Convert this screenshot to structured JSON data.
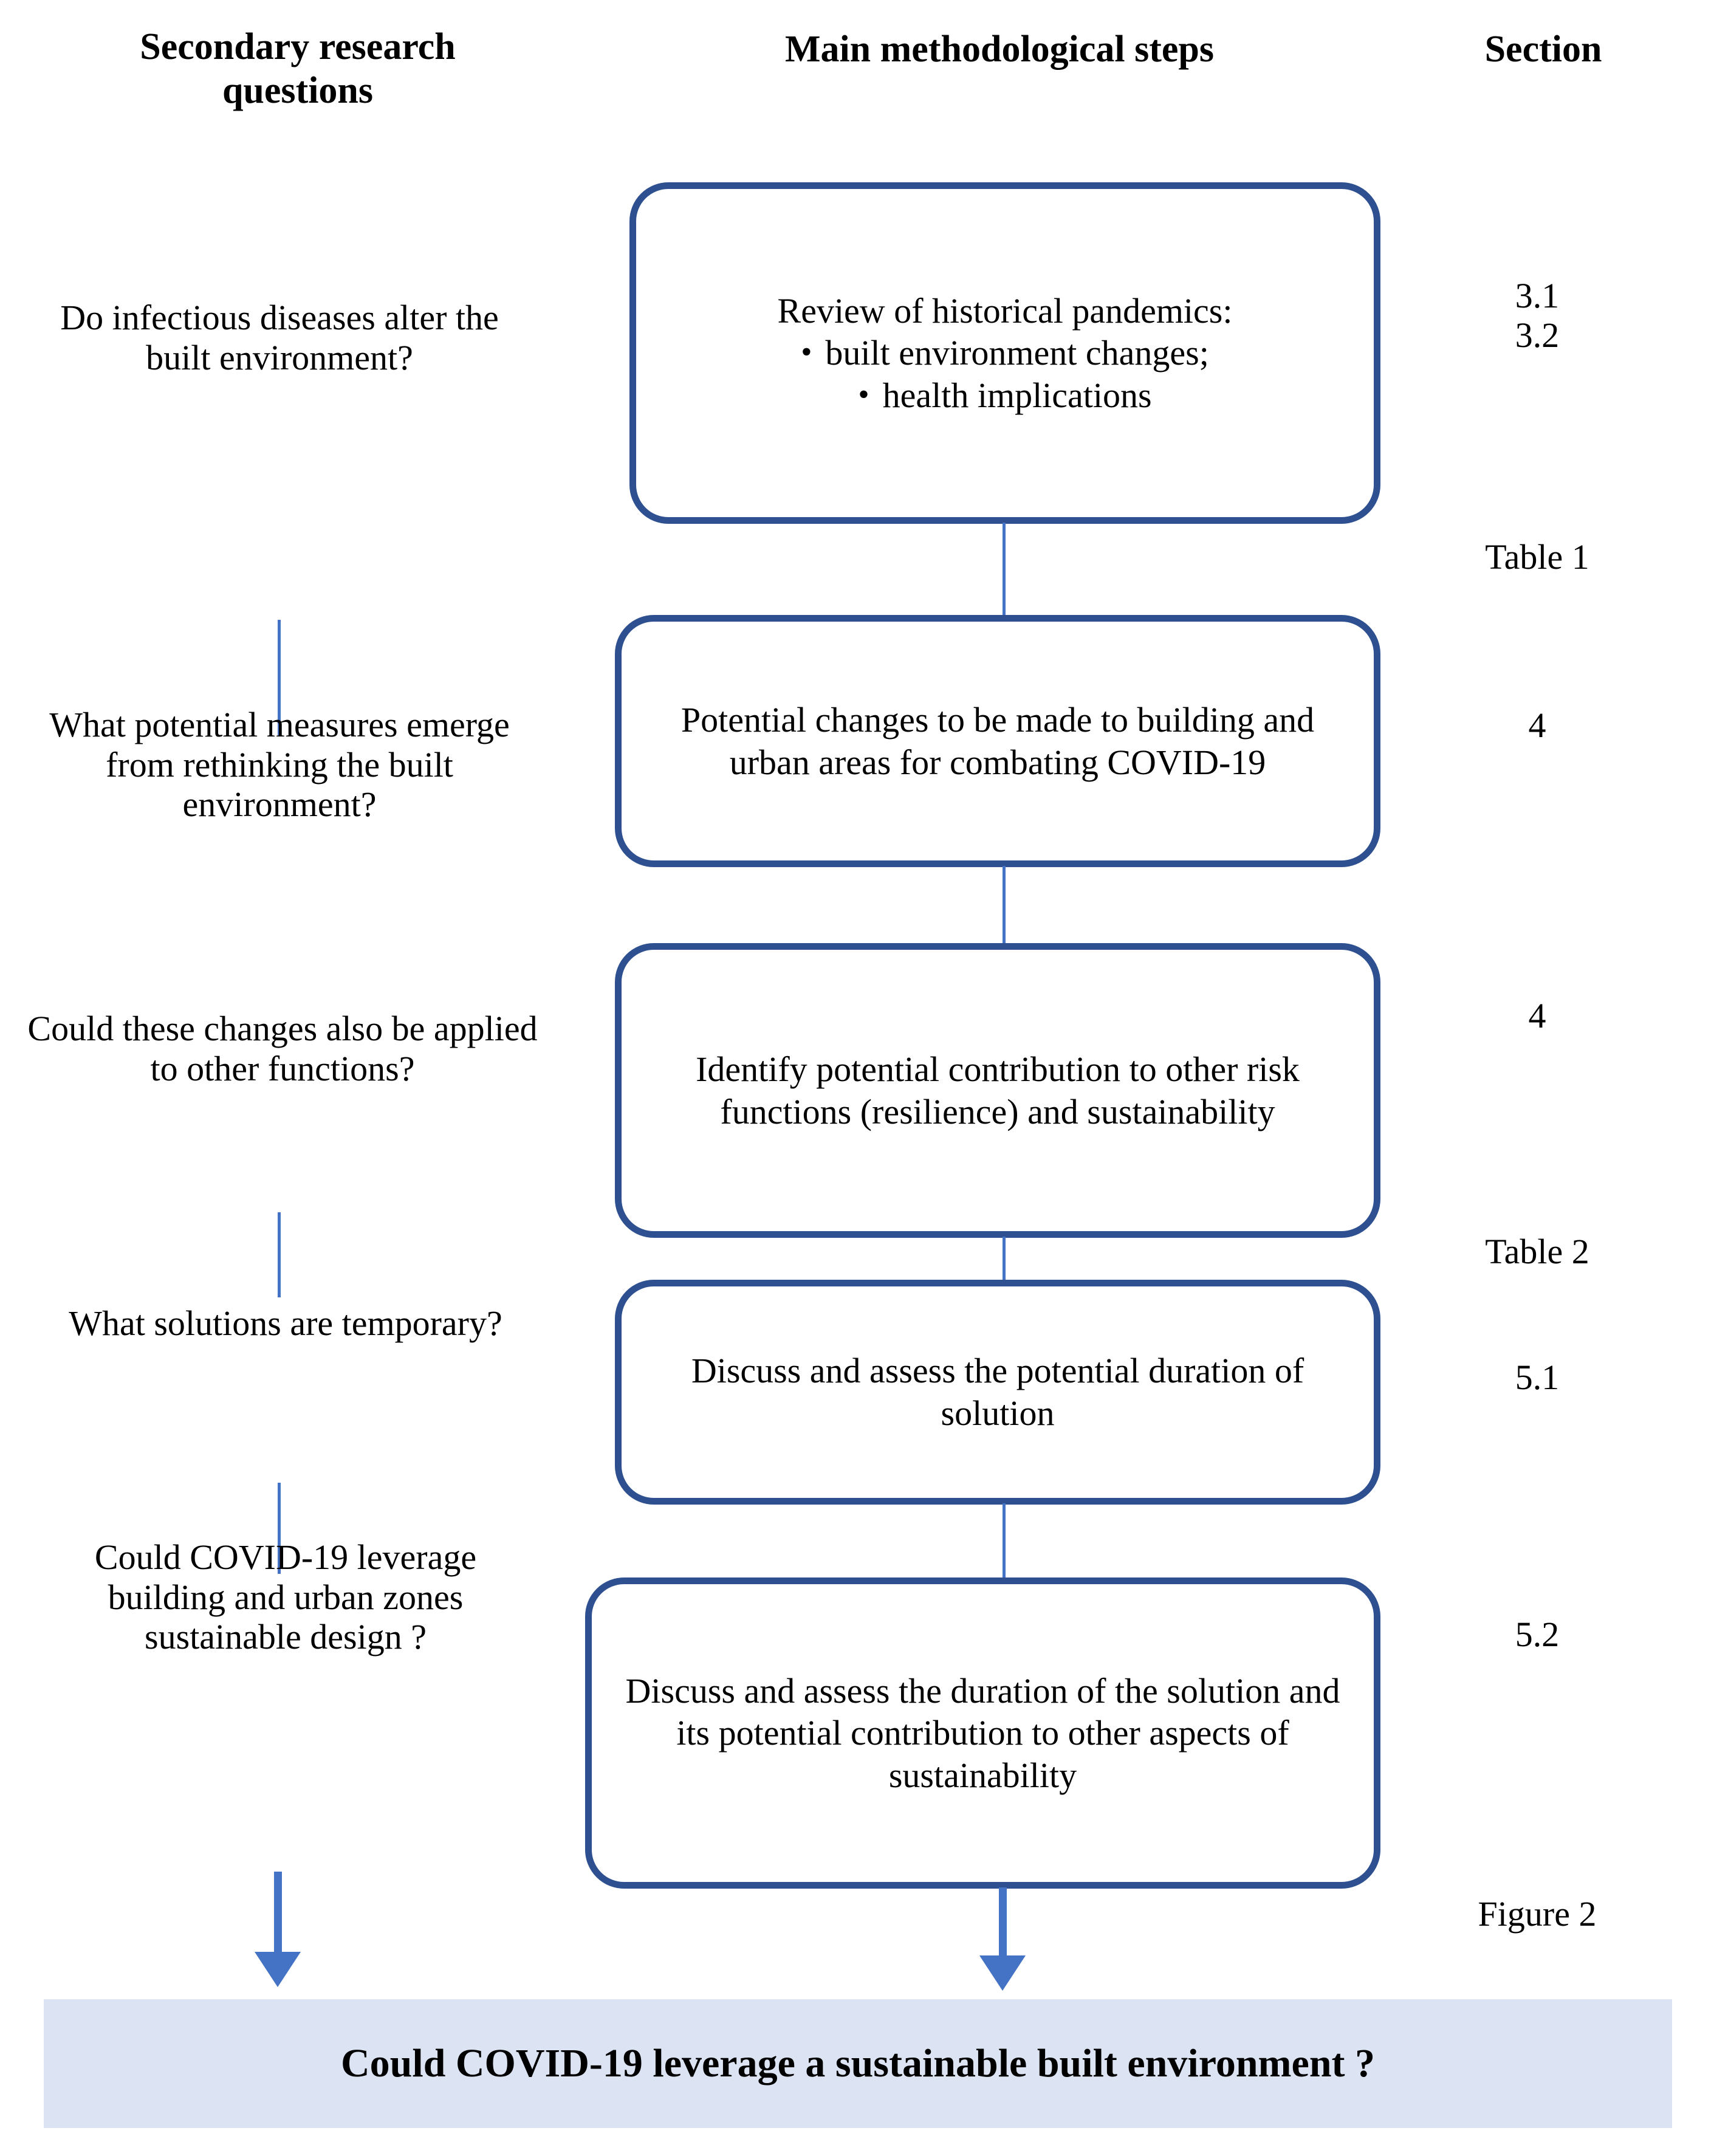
{
  "headers": {
    "left": "Secondary research questions",
    "middle": "Main methodological steps",
    "right": "Section"
  },
  "questions": [
    {
      "text": "Do infectious diseases alter the built environment?"
    },
    {
      "text": "What potential measures emerge from rethinking the built environment?"
    },
    {
      "text": "Could these changes also be applied to other functions?"
    },
    {
      "text": "What solutions are temporary?"
    },
    {
      "text": "Could COVID-19 leverage building and urban zones sustainable design ?"
    }
  ],
  "steps": [
    {
      "title": "Review of historical pandemics:",
      "bullets": [
        "built environment changes;",
        "health implications"
      ]
    },
    {
      "title": "Potential changes to be made to building and urban areas for combating COVID-19",
      "bullets": []
    },
    {
      "title": "Identify potential contribution to other risk functions (resilience) and sustainability",
      "bullets": []
    },
    {
      "title": "Discuss and assess the potential duration of solution",
      "bullets": []
    },
    {
      "title": "Discuss and assess the duration of  the solution and its potential contribution to other aspects of sustainability",
      "bullets": []
    }
  ],
  "sections": [
    {
      "label": "3.1\n3.2"
    },
    {
      "label": "Table 1"
    },
    {
      "label": "4"
    },
    {
      "label": "4"
    },
    {
      "label": "Table 2"
    },
    {
      "label": "5.1"
    },
    {
      "label": "5.2"
    },
    {
      "label": "Figure 2"
    }
  ],
  "banner": {
    "text": "Could COVID-19 leverage a sustainable built environment ?"
  },
  "colors": {
    "box_border": "#2e5090",
    "connector": "#4472c4",
    "banner_bg": "#dce3f2",
    "text": "#000000"
  },
  "bullet_glyph": "•"
}
